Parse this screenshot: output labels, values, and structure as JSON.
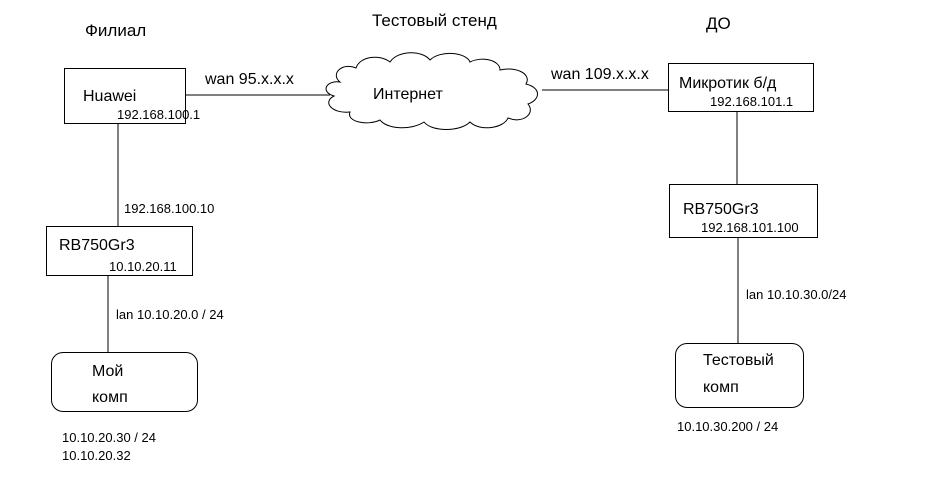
{
  "title": "Тестовый стенд",
  "sites": {
    "branch": "Филиал",
    "ho": "ДО"
  },
  "cloud": {
    "label": "Интернет"
  },
  "left": {
    "huawei": {
      "name": "Huawei",
      "ip": "192.168.100.1"
    },
    "wan": "wan 95.x.x.x",
    "uplink_ip": "192.168.100.10",
    "rb": {
      "name": "RB750Gr3",
      "ip": "10.10.20.11"
    },
    "lan": "lan 10.10.20.0 / 24",
    "pc": {
      "line1": "Мой",
      "line2": "комп"
    },
    "pc_ips": [
      "10.10.20.30 / 24",
      "10.10.20.32"
    ]
  },
  "right": {
    "mikrotik": {
      "name": "Микротик б/д",
      "ip": "192.168.101.1"
    },
    "wan": "wan 109.x.x.x",
    "rb": {
      "name": "RB750Gr3",
      "ip": "192.168.101.100"
    },
    "lan": "lan 10.10.30.0/24",
    "pc": {
      "line1": "Тестовый",
      "line2": "комп"
    },
    "pc_ip": "10.10.30.200 / 24"
  }
}
